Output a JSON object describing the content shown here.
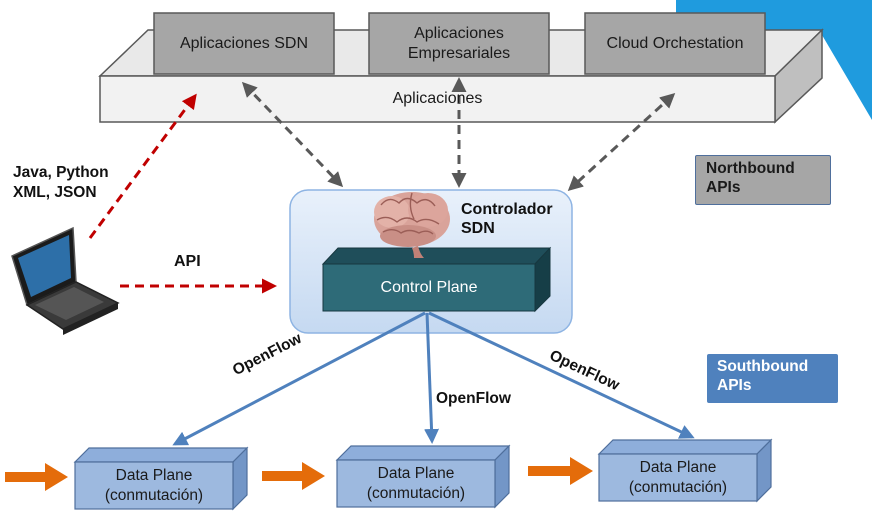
{
  "applications": {
    "platform_label": "Aplicaciones",
    "sdn_apps_label": "Aplicaciones SDN",
    "business_apps_line1": "Aplicaciones",
    "business_apps_line2": "Empresariales",
    "cloud_label": "Cloud Orchestation"
  },
  "controller": {
    "title_line1": "Controlador",
    "title_line2": "SDN",
    "control_plane_label": "Control Plane"
  },
  "developer": {
    "languages_line1": "Java, Python",
    "languages_line2": "XML, JSON",
    "api_label": "API"
  },
  "badges": {
    "northbound_line1": "Northbound",
    "northbound_line2": "APIs",
    "southbound_line1": "Southbound",
    "southbound_line2": "APIs"
  },
  "links": {
    "openflow_left": "OpenFlow",
    "openflow_center": "OpenFlow",
    "openflow_right": "OpenFlow"
  },
  "data_planes": [
    {
      "line1": "Data Plane",
      "line2": "(conmutación)"
    },
    {
      "line1": "Data Plane",
      "line2": "(conmutación)"
    },
    {
      "line1": "Data Plane",
      "line2": "(conmutación)"
    }
  ],
  "colors": {
    "northbound_badge": "#a6a6a6",
    "southbound_badge": "#4f81bd",
    "control_plane": "#2e6b78",
    "data_plane": "#9db9df",
    "openflow_line": "#4f81bd",
    "api_arrow": "#c00000",
    "input_arrow": "#e46c0a"
  }
}
